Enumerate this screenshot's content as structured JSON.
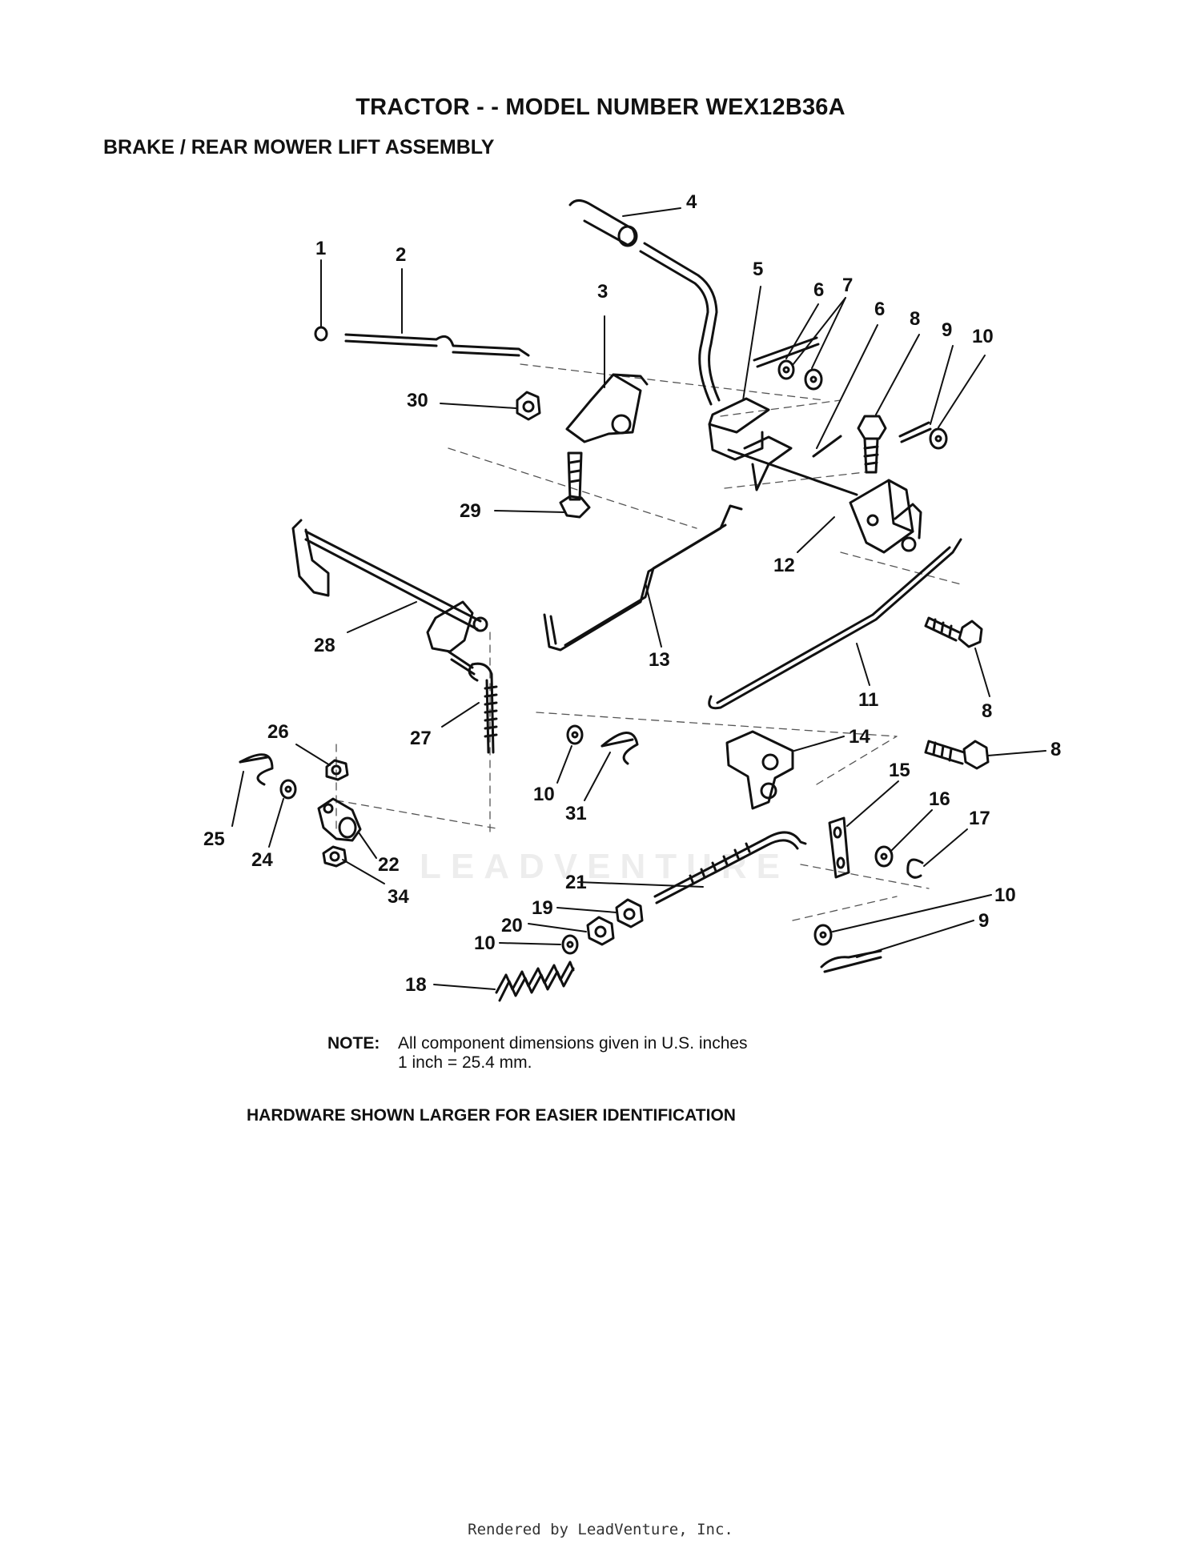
{
  "page": {
    "title": "TRACTOR - - MODEL NUMBER WEX12B36A",
    "subtitle": "BRAKE / REAR MOWER LIFT ASSEMBLY"
  },
  "callouts": [
    "1",
    "2",
    "3",
    "4",
    "5",
    "6",
    "7",
    "6",
    "8",
    "9",
    "10",
    "30",
    "29",
    "12",
    "13",
    "28",
    "11",
    "8",
    "27",
    "26",
    "14",
    "8",
    "10",
    "31",
    "25",
    "24",
    "22",
    "34",
    "15",
    "16",
    "17",
    "21",
    "10",
    "19",
    "20",
    "9",
    "10",
    "18"
  ],
  "note": {
    "label": "NOTE:",
    "line1": "All component dimensions given in U.S. inches",
    "line2": "1 inch = 25.4 mm."
  },
  "hardware_note": "HARDWARE SHOWN LARGER FOR EASIER IDENTIFICATION",
  "watermark": "LEADVENTURE",
  "footer": "Rendered by LeadVenture, Inc."
}
